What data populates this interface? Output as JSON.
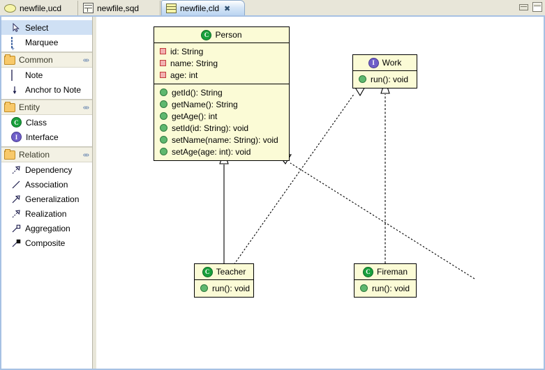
{
  "window": {
    "minimize_label": "minimize",
    "maximize_label": "maximize"
  },
  "tabs": [
    {
      "label": "newfile,ucd",
      "icon": "usecase-diagram-icon",
      "active": false,
      "closable": false
    },
    {
      "label": "newfile,sqd",
      "icon": "sequence-diagram-icon",
      "active": false,
      "closable": false
    },
    {
      "label": "newfile,cld",
      "icon": "class-diagram-icon",
      "active": true,
      "closable": true,
      "close_glyph": "✖"
    }
  ],
  "palette": {
    "tools": [
      {
        "label": "Select",
        "icon": "cursor-icon",
        "selected": true
      },
      {
        "label": "Marquee",
        "icon": "marquee-icon",
        "selected": false
      }
    ],
    "sections": [
      {
        "title": "Common",
        "icon": "folder-icon",
        "collapse_glyph": "«»",
        "items": [
          {
            "label": "Note",
            "icon": "note-icon"
          },
          {
            "label": "Anchor to Note",
            "icon": "anchor-arrow-icon"
          }
        ]
      },
      {
        "title": "Entity",
        "icon": "folder-icon",
        "collapse_glyph": "«»",
        "items": [
          {
            "label": "Class",
            "icon": "class-icon",
            "badge": "C"
          },
          {
            "label": "Interface",
            "icon": "interface-icon",
            "badge": "I"
          }
        ]
      },
      {
        "title": "Relation",
        "icon": "folder-icon",
        "collapse_glyph": "«»",
        "items": [
          {
            "label": "Dependency",
            "icon": "dependency-arrow-icon"
          },
          {
            "label": "Association",
            "icon": "association-line-icon"
          },
          {
            "label": "Generalization",
            "icon": "generalization-arrow-icon"
          },
          {
            "label": "Realization",
            "icon": "realization-arrow-icon"
          },
          {
            "label": "Aggregation",
            "icon": "aggregation-diamond-icon"
          },
          {
            "label": "Composite",
            "icon": "composite-diamond-icon"
          }
        ]
      }
    ]
  },
  "diagram": {
    "colors": {
      "box_fill": "#fbfbd6",
      "box_border": "#000000",
      "attribute_marker": "#f2b0b0",
      "method_marker": "#5fb86f",
      "class_badge": "#19a03c",
      "interface_badge": "#6f5fc8"
    },
    "classes": [
      {
        "name": "Person",
        "stereotype": "class",
        "badge": "C",
        "attributes": [
          "id: String",
          "name: String",
          "age: int"
        ],
        "methods": [
          "getId(): String",
          "getName(): String",
          "getAge(): int",
          "setId(id: String): void",
          "setName(name: String): void",
          "setAge(age: int): void"
        ]
      },
      {
        "name": "Work",
        "stereotype": "interface",
        "badge": "I",
        "attributes": [],
        "methods": [
          "run(): void"
        ]
      },
      {
        "name": "Teacher",
        "stereotype": "class",
        "badge": "C",
        "attributes": [],
        "methods": [
          "run(): void"
        ]
      },
      {
        "name": "Fireman",
        "stereotype": "class",
        "badge": "C",
        "attributes": [],
        "methods": [
          "run(): void"
        ]
      }
    ],
    "relations": [
      {
        "from": "Teacher",
        "to": "Person",
        "type": "Generalization",
        "line": "solid",
        "arrow": "hollow-triangle"
      },
      {
        "from": "Teacher",
        "to": "Work",
        "type": "Realization",
        "line": "dashed",
        "arrow": "hollow-triangle"
      },
      {
        "from": "Fireman",
        "to": "Person",
        "type": "Realization",
        "line": "dashed",
        "arrow": "hollow-triangle"
      },
      {
        "from": "Fireman",
        "to": "Work",
        "type": "Realization",
        "line": "dashed",
        "arrow": "hollow-triangle"
      }
    ]
  }
}
